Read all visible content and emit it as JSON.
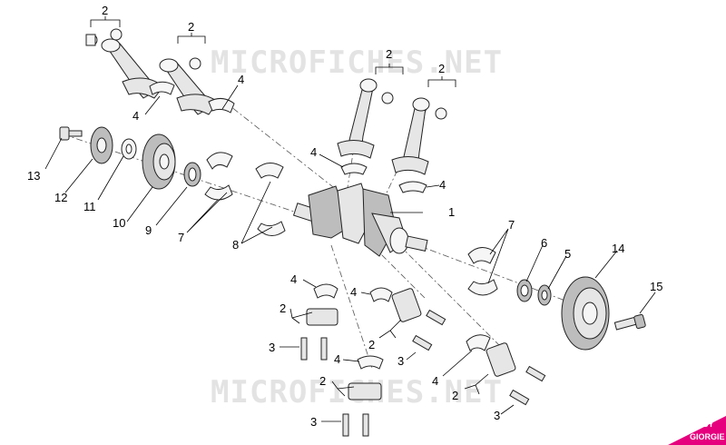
{
  "watermark": "MICROFICHES.NET",
  "brand_logo": {
    "line1": "BY",
    "line2": "GIORGIE",
    "color": "#e6007e"
  },
  "callouts": {
    "c1": "1",
    "c2a": "2",
    "c2b": "2",
    "c2c": "2",
    "c2d": "2",
    "c2e": "2",
    "c2f": "2",
    "c2g": "2",
    "c2h": "2",
    "c3a": "3",
    "c3b": "3",
    "c3c": "3",
    "c3d": "3",
    "c4a": "4",
    "c4b": "4",
    "c4c": "4",
    "c4d": "4",
    "c4e": "4",
    "c4f": "4",
    "c4g": "4",
    "c4h": "4",
    "c5": "5",
    "c6": "6",
    "c7a": "7",
    "c7b": "7",
    "c8": "8",
    "c9": "9",
    "c10": "10",
    "c11": "11",
    "c12": "12",
    "c13": "13",
    "c14": "14",
    "c15": "15"
  }
}
